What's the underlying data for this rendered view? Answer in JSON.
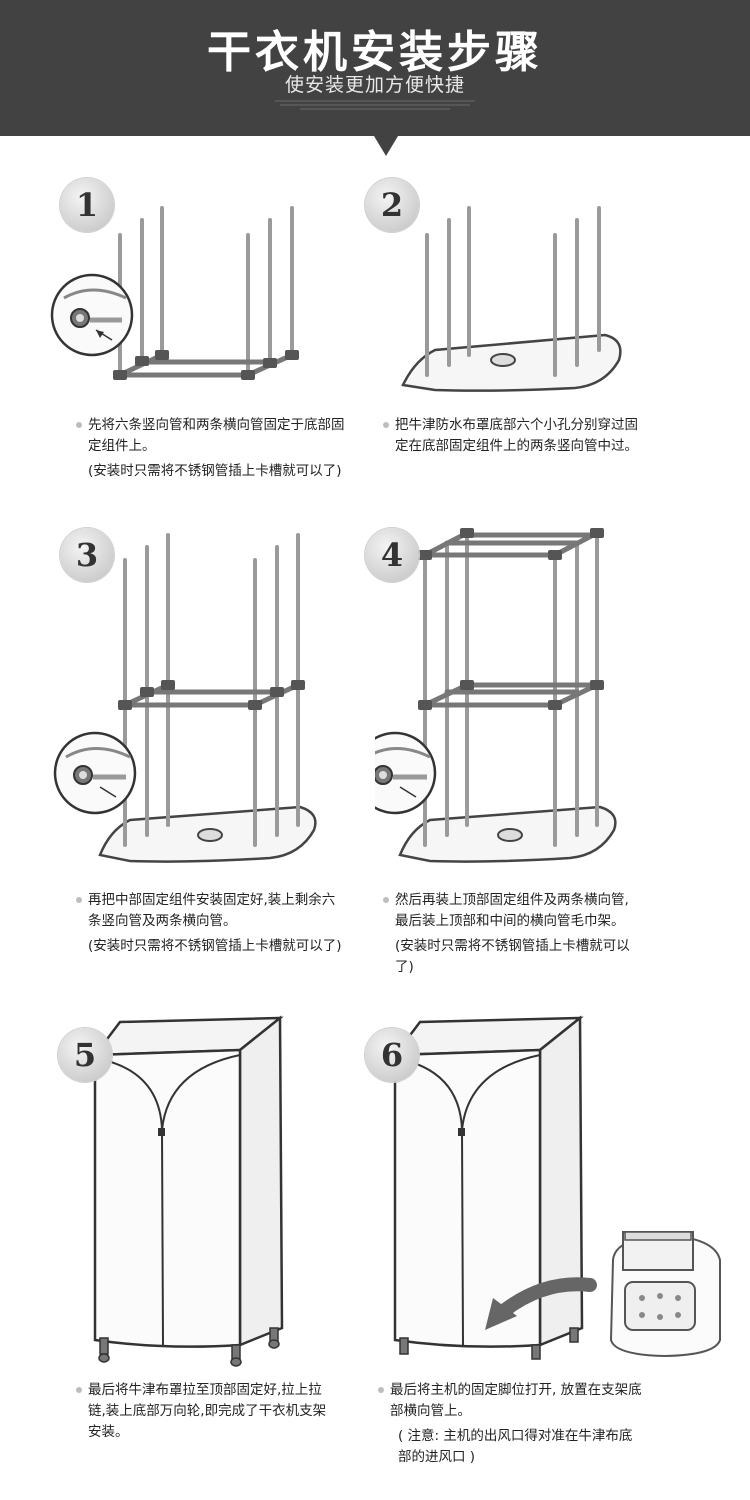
{
  "header": {
    "title": "干衣机安装步骤",
    "subtitle": "使安装更加方便快捷"
  },
  "steps": [
    {
      "number": "1",
      "text": "先将六条竖向管和两条横向管固定于底部固定组件上。",
      "note": "(安装时只需将不锈钢管插上卡槽就可以了)"
    },
    {
      "number": "2",
      "text": "把牛津防水布罩底部六个小孔分别穿过固定在底部固定组件上的两条竖向管中过。",
      "note": ""
    },
    {
      "number": "3",
      "text": "再把中部固定组件安装固定好,装上剩余六条竖向管及两条横向管。",
      "note": "(安装时只需将不锈钢管插上卡槽就可以了)"
    },
    {
      "number": "4",
      "text": "然后再装上顶部固定组件及两条横向管, 最后装上顶部和中间的横向管毛巾架。",
      "note": "(安装时只需将不锈钢管插上卡槽就可以了)"
    },
    {
      "number": "5",
      "text": "最后将牛津布罩拉至顶部固定好,拉上拉链,装上底部万向轮,即完成了干衣机支架安装。",
      "note": ""
    },
    {
      "number": "6",
      "text": "最后将主机的固定脚位打开, 放置在支架底部横向管上。",
      "note": "( 注意: 主机的出风口得对准在牛津布底部的进风口 )"
    }
  ],
  "icons": {
    "badge": "step-number-badge",
    "detail": "pipe-clip-magnifier-icon",
    "arrow": "curved-arrow-icon",
    "heater": "dryer-heater-unit-icon"
  },
  "colors": {
    "header_bg": "#424242",
    "pipe": "#999999",
    "outline": "#444444"
  }
}
